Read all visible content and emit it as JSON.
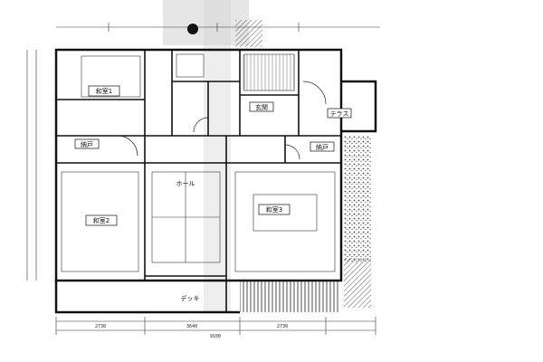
{
  "rooms": {
    "washitsu_1": "和室1",
    "washitsu_2": "和室2",
    "washitsu_3": "和室3",
    "genkan": "玄関",
    "terrace": "テラス",
    "entry_left": "納戸",
    "entry_right": "納戸",
    "hall": "ホール",
    "deck": "デッキ"
  },
  "dimensions": {
    "bottom_left": "2730",
    "bottom_mid": "3640",
    "bottom_right": "2730",
    "bottom_total": "9100"
  },
  "colors": {
    "ink": "#111111",
    "hatch": "#333333",
    "paper": "#ffffff"
  }
}
